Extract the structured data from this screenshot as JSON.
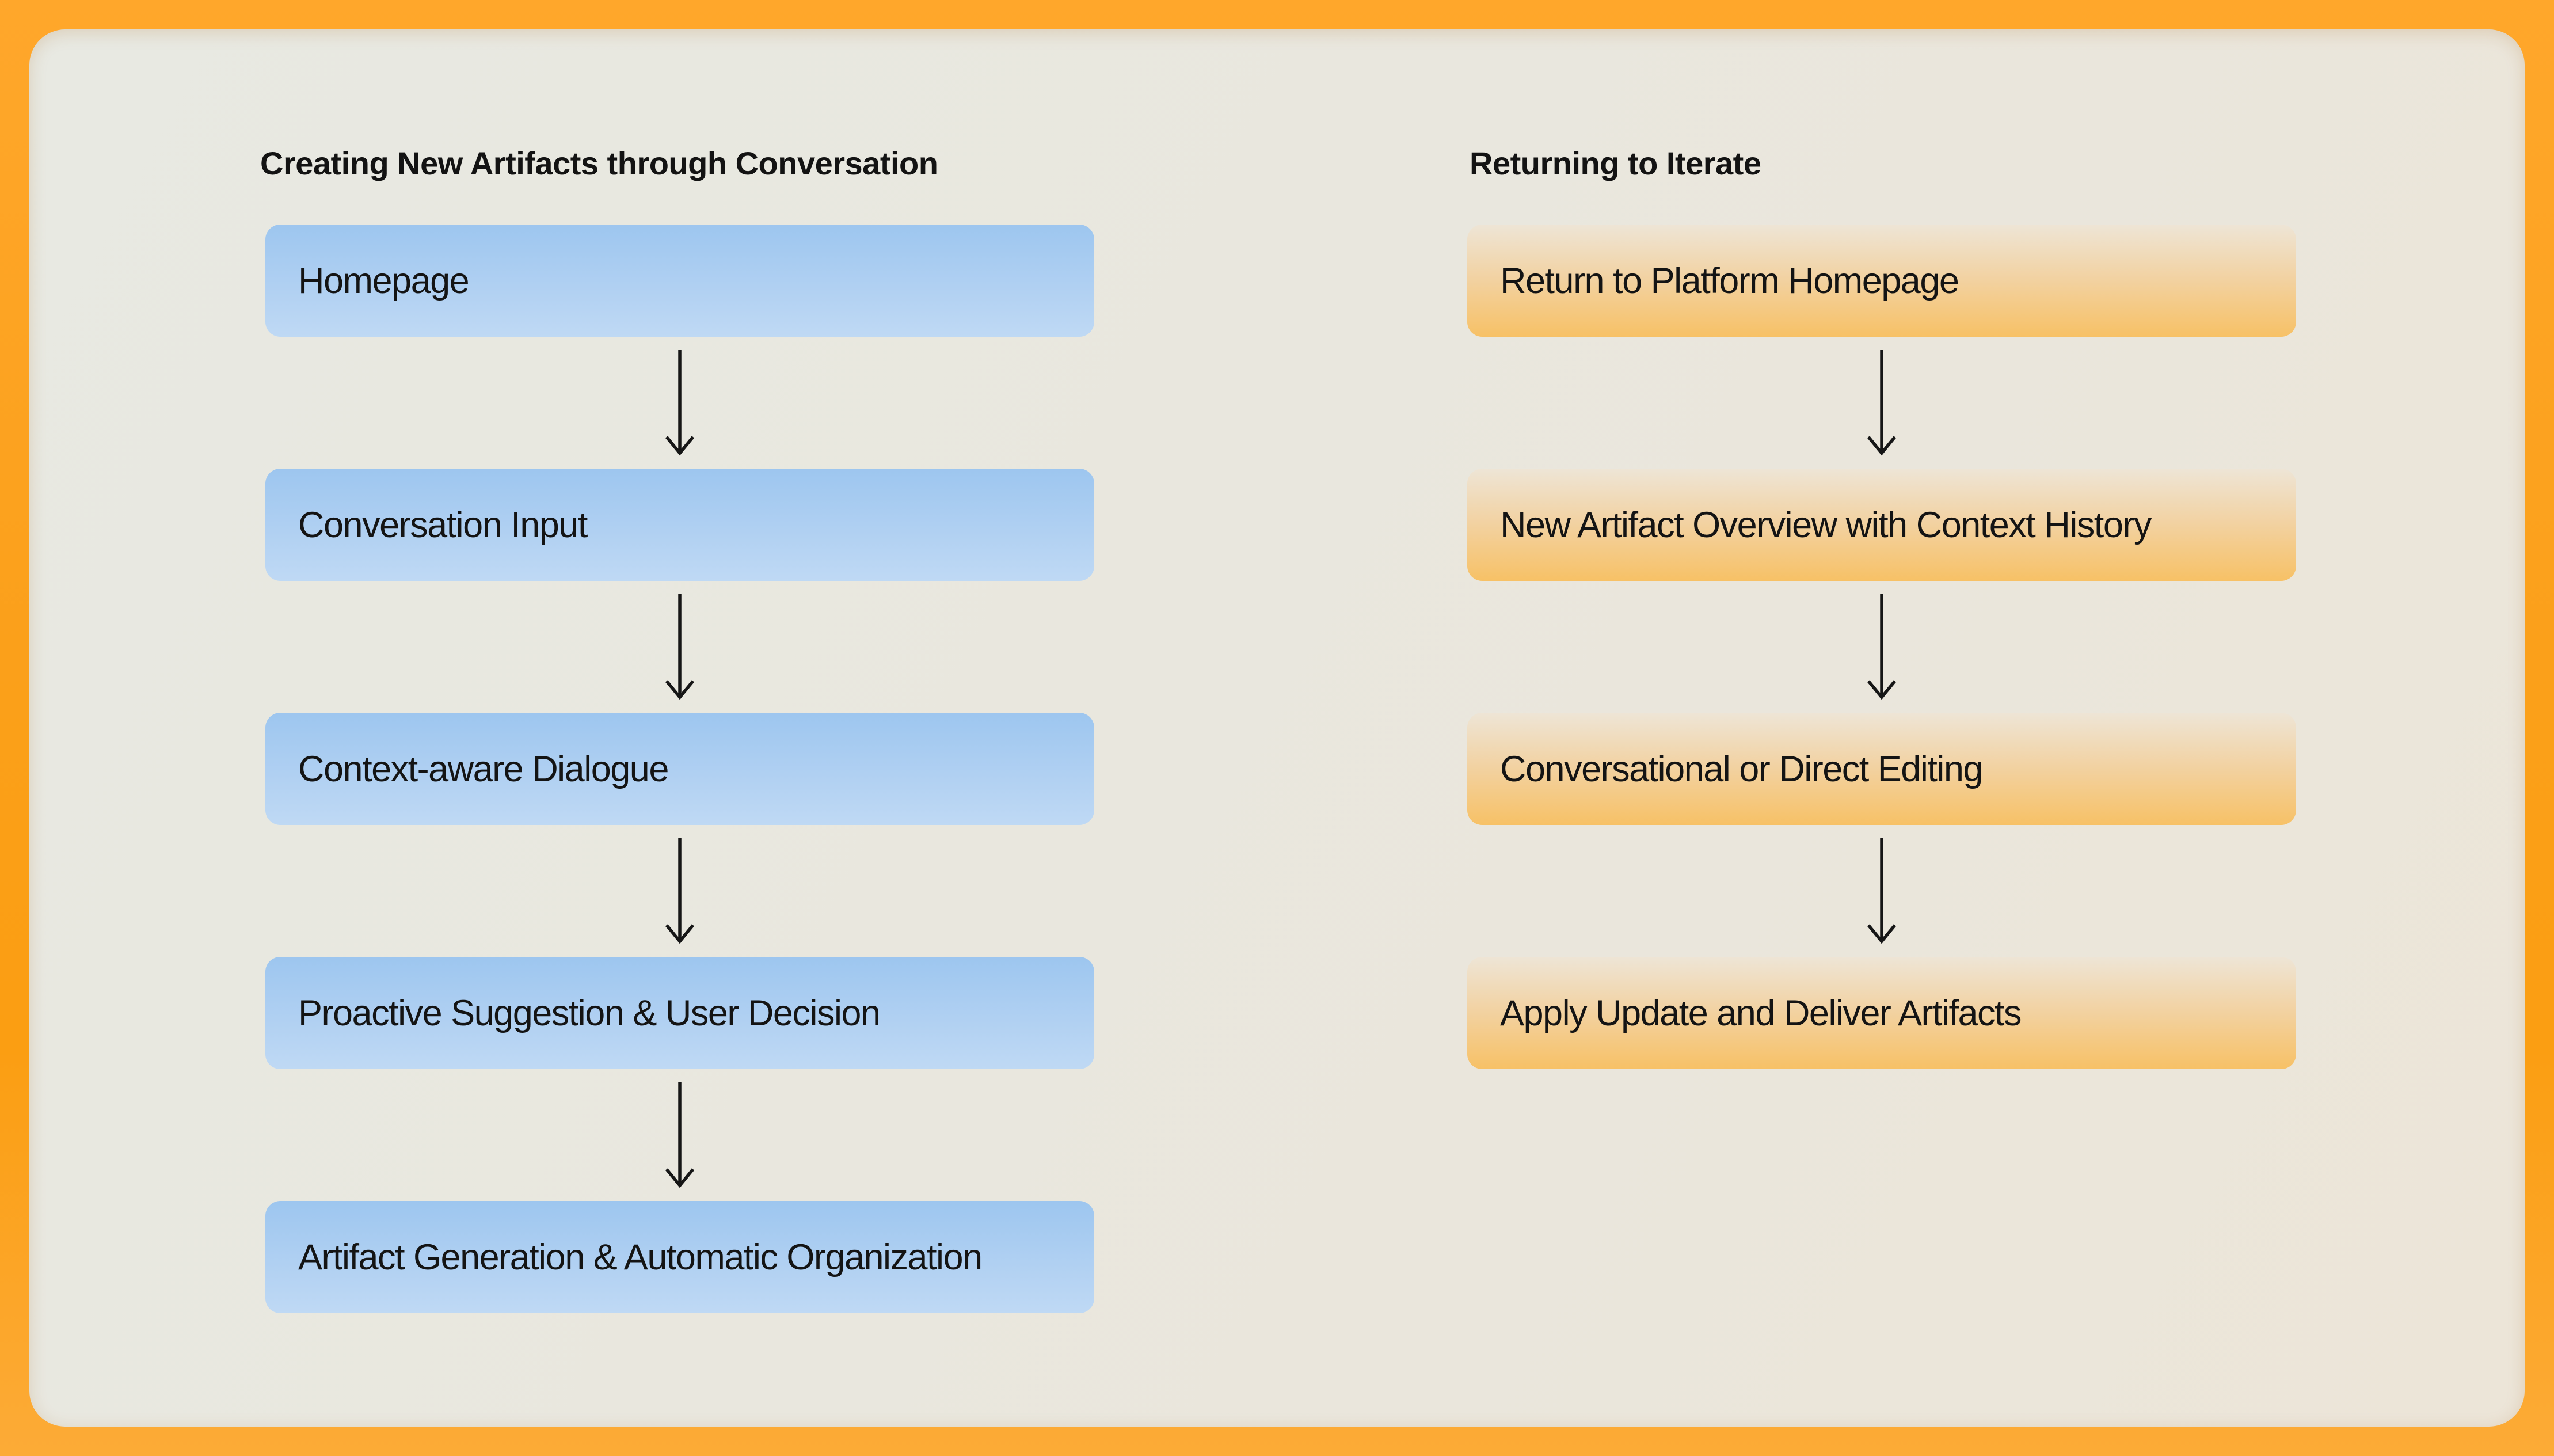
{
  "colors": {
    "frame_orange": "#fb9e12",
    "panel_background": "#e9e7de",
    "blue_node_top": "#9dc6ef",
    "blue_node_bottom": "#bfd9f4",
    "orange_node_top": "#eee5d6",
    "orange_node_bottom": "#f7c166",
    "ink": "#141414"
  },
  "flows": [
    {
      "title": "Creating New Artifacts through Conversation",
      "theme": "blue",
      "steps": [
        {
          "label": "Homepage"
        },
        {
          "label": "Conversation Input"
        },
        {
          "label": "Context-aware Dialogue"
        },
        {
          "label": "Proactive Suggestion & User Decision"
        },
        {
          "label": "Artifact Generation & Automatic Organization"
        }
      ]
    },
    {
      "title": "Returning to Iterate",
      "theme": "orange",
      "steps": [
        {
          "label": "Return to Platform Homepage"
        },
        {
          "label": "New Artifact Overview with Context History"
        },
        {
          "label": "Conversational or Direct Editing"
        },
        {
          "label": "Apply Update and Deliver Artifacts"
        }
      ]
    }
  ]
}
